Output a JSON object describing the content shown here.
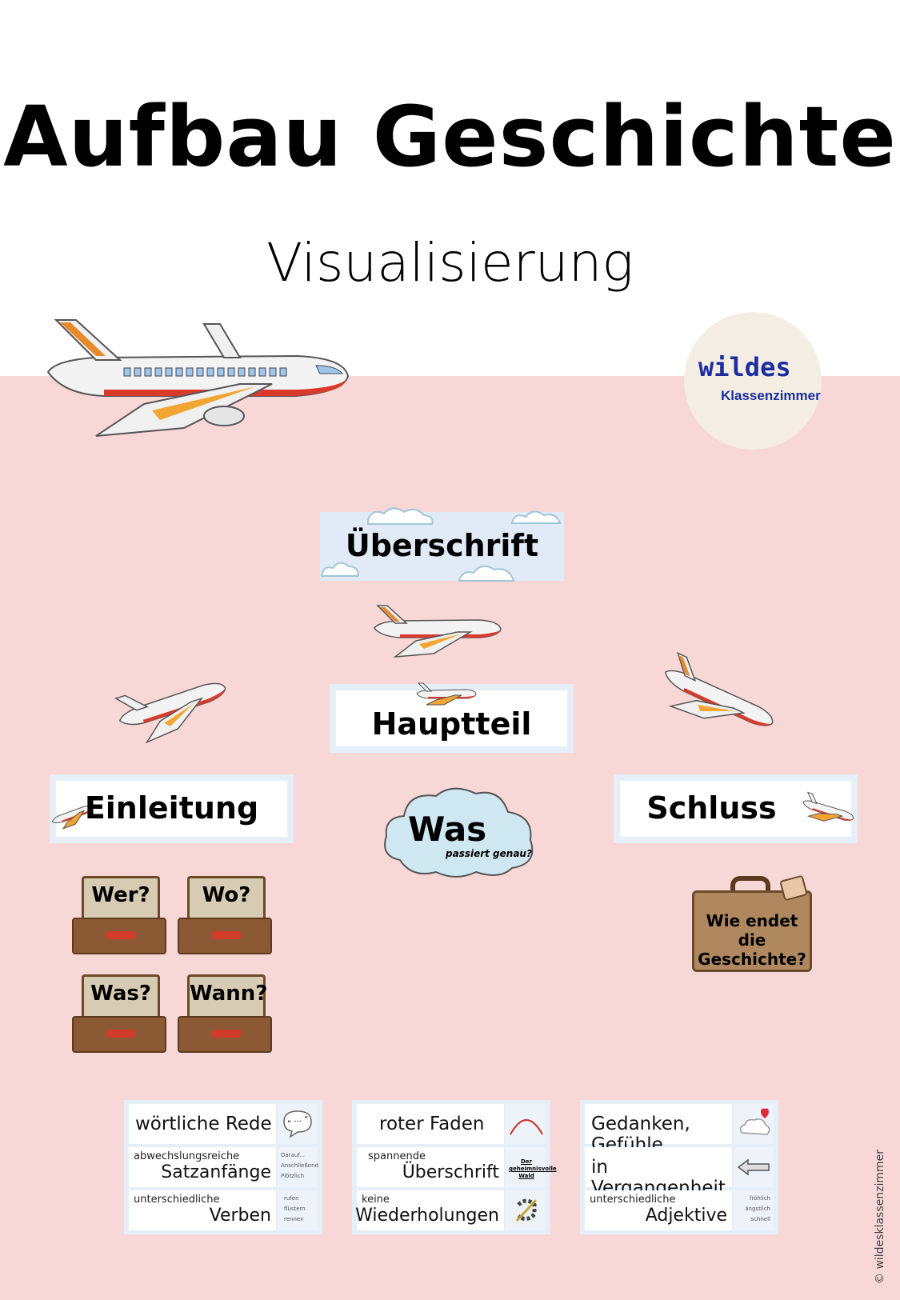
{
  "title": "Aufbau Geschichte",
  "subtitle": "Visualisierung",
  "logo": {
    "line1": "wildes",
    "line2": "Klassenzimmer"
  },
  "cards": {
    "ueberschrift": "Überschrift",
    "hauptteil": "Hauptteil",
    "einleitung": "Einleitung",
    "schluss": "Schluss"
  },
  "cloud": {
    "big": "Was",
    "small": "passiert genau?"
  },
  "suitcases": [
    "Wer?",
    "Wo?",
    "Was?",
    "Wann?"
  ],
  "end_suitcase": "Wie endet die Geschichte?",
  "panels": [
    {
      "rows": [
        {
          "text": "wörtliche Rede",
          "icon_text": "„ ... “"
        },
        {
          "small": "abwechslungsreiche",
          "big": "Satzanfänge",
          "icon_text": "Darauf... Anschließend Plötzlich"
        },
        {
          "small": "unterschiedliche",
          "big": "Verben",
          "icon_text": "rufen flüstern rennen"
        }
      ]
    },
    {
      "rows": [
        {
          "text": "roter Faden",
          "icon": "red-thread-icon"
        },
        {
          "small": "spannende",
          "big": "Überschrift",
          "icon_text": "Der geheimnisvolle Wald"
        },
        {
          "small": "keine",
          "big": "Wiederholungen",
          "icon": "repeat-crossed-icon"
        }
      ]
    },
    {
      "rows": [
        {
          "text": "Gedanken, Gefühle",
          "icon": "thought-heart-icon"
        },
        {
          "text": "in Vergangenheit",
          "icon": "arrow-left-icon"
        },
        {
          "small": "unterschiedliche",
          "big": "Adjektive",
          "icon_text": "fröhlich ängstlich schnell"
        }
      ]
    }
  ],
  "copyright": "© wildesklassenzimmer",
  "colors": {
    "pink": "#f8d7d7",
    "card_blue": "#e6eef8",
    "logo_blue": "#1c2da0",
    "suitcase_brown": "#8b5a35"
  }
}
